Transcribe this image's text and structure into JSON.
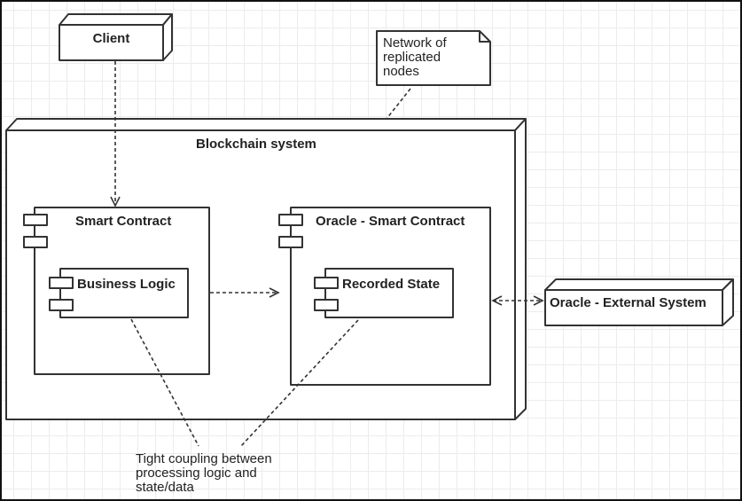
{
  "diagram": {
    "type": "UML deployment/component diagram",
    "nodes": {
      "client": {
        "label": "Client"
      },
      "blockchain_system": {
        "label": "Blockchain system"
      },
      "oracle_external": {
        "label": "Oracle - External System"
      }
    },
    "components": {
      "smart_contract": {
        "label": "Smart Contract"
      },
      "business_logic": {
        "label": "Business Logic"
      },
      "oracle_smart_contract": {
        "label": "Oracle - Smart Contract"
      },
      "recorded_state": {
        "label": "Recorded State"
      }
    },
    "notes": {
      "network": {
        "text": "Network of\nreplicated\nnodes"
      },
      "coupling": {
        "text": "Tight coupling between\nprocessing logic and\nstate/data"
      }
    },
    "edges": [
      {
        "from": "Client",
        "to": "Smart Contract",
        "style": "dashed",
        "arrow": "open"
      },
      {
        "from": "Smart Contract",
        "to": "Oracle - Smart Contract",
        "style": "dashed",
        "arrow": "open"
      },
      {
        "from": "Oracle - Smart Contract",
        "to": "Oracle - External System",
        "style": "dashed",
        "arrow": "bidirectional"
      },
      {
        "from": "Network of replicated nodes",
        "to": "Blockchain system",
        "style": "dashed",
        "arrow": "none"
      },
      {
        "from": "Tight coupling note",
        "to": "Business Logic",
        "style": "dashed",
        "arrow": "none"
      },
      {
        "from": "Tight coupling note",
        "to": "Recorded State",
        "style": "dashed",
        "arrow": "none"
      }
    ]
  }
}
